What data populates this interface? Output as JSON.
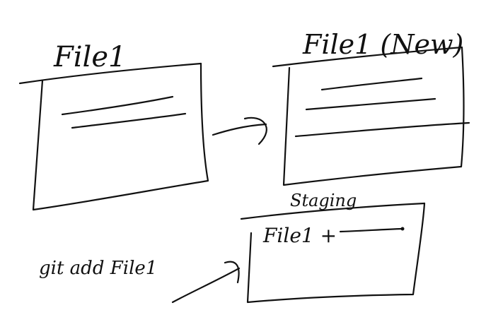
{
  "labels": {
    "file_left": "File1",
    "file_new": "File1 (New)",
    "staging": "Staging",
    "staged_entry": "File1 +",
    "command": "git add File1"
  },
  "colors": {
    "ink": "#111111",
    "paper": "#ffffff"
  }
}
